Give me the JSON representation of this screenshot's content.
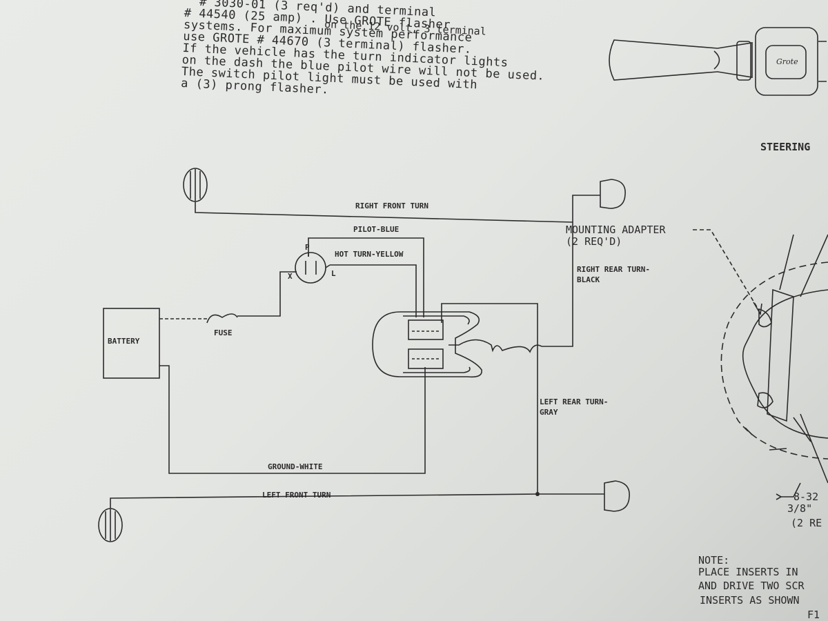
{
  "instruction_notes": {
    "lines": [
      "  # 3030-01 (3 req'd) and terminal",
      "# 44540 (25 amp) . Use GROTE flasher",
      "systems. For maximum system performance",
      "use GROTE # 44670 (3 terminal) flasher.",
      "If the vehicle has the turn indicator lights",
      "on the dash the blue pilot wire will not be used.",
      "The switch pilot light must be used with",
      "a (3) prong flasher."
    ],
    "aside": "on the 12 volt, 3 terminal"
  },
  "wiring": {
    "right_front_turn": "RIGHT FRONT TURN",
    "pilot_blue": "PILOT-BLUE",
    "hot_turn_yellow": "HOT TURN-YELLOW",
    "flasher_p": "P",
    "flasher_x": "X",
    "flasher_l": "L",
    "battery": "BATTERY",
    "fuse": "FUSE",
    "ground_white": "GROUND-WHITE",
    "left_front_turn": "LEFT FRONT TURN",
    "right_rear_turn_1": "RIGHT REAR TURN-",
    "right_rear_turn_2": "BLACK",
    "left_rear_turn_1": "LEFT REAR TURN-",
    "left_rear_turn_2": "GRAY"
  },
  "side_figure": {
    "steering": "STEERING",
    "mounting_adapter_1": "MOUNTING ADAPTER",
    "mounting_adapter_2": "(2 REQ'D)",
    "bolt_1": "8-32",
    "bolt_2": "3/8\"",
    "bolt_3": "(2 RE",
    "logo": "Grote"
  },
  "note": {
    "title": "NOTE:",
    "line1": "PLACE INSERTS IN",
    "line2": "AND DRIVE TWO SCR",
    "line3": "INSERTS AS SHOWN",
    "fig": "F1"
  }
}
